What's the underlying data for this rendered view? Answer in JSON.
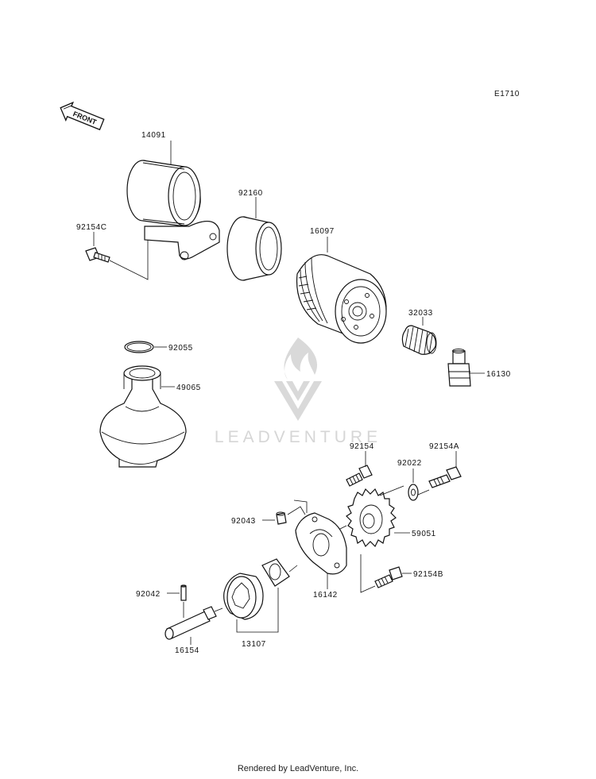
{
  "diagram": {
    "code": "E1710",
    "front_arrow_text": "FRONT",
    "watermark_text": "LEADVENTURE",
    "footer": "Rendered by LeadVenture, Inc.",
    "labels": [
      {
        "id": "14091",
        "text": "14091"
      },
      {
        "id": "92160",
        "text": "92160"
      },
      {
        "id": "92154C",
        "text": "92154C"
      },
      {
        "id": "16097",
        "text": "16097"
      },
      {
        "id": "32033",
        "text": "32033"
      },
      {
        "id": "16130",
        "text": "16130"
      },
      {
        "id": "92055",
        "text": "92055"
      },
      {
        "id": "49065",
        "text": "49065"
      },
      {
        "id": "92154",
        "text": "92154"
      },
      {
        "id": "92154A",
        "text": "92154A"
      },
      {
        "id": "92022",
        "text": "92022"
      },
      {
        "id": "92043",
        "text": "92043"
      },
      {
        "id": "59051",
        "text": "59051"
      },
      {
        "id": "92154B",
        "text": "92154B"
      },
      {
        "id": "16142",
        "text": "16142"
      },
      {
        "id": "92042",
        "text": "92042"
      },
      {
        "id": "16154",
        "text": "16154"
      },
      {
        "id": "13107",
        "text": "13107"
      }
    ]
  }
}
